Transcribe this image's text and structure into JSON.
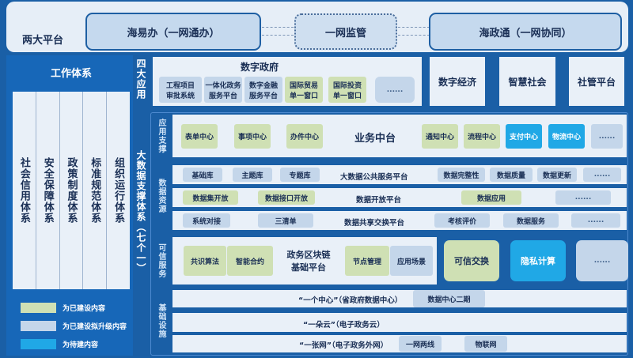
{
  "top": {
    "label": "两大平台",
    "platform_left": "海易办（一网通办）",
    "platform_center": "一网监管",
    "platform_right": "海政通（一网协同）"
  },
  "work_system": {
    "title": "工作体系",
    "columns": [
      "社会信用体系",
      "安全保障体系",
      "政策制度体系",
      "标准规范体系",
      "组织运行体系"
    ]
  },
  "legend": {
    "items": [
      {
        "label": "为已建设内容",
        "color": "#cfe0b4"
      },
      {
        "label": "为已建设拟升级内容",
        "color": "#c4d6ea"
      },
      {
        "label": "为待建内容",
        "color": "#20a8e6"
      }
    ]
  },
  "four_apps": {
    "label": "四大应用",
    "digital_gov": {
      "title": "数字政府",
      "items": [
        {
          "label": "工程项目\n审批系统",
          "status": "upgrade"
        },
        {
          "label": "一体化政务\n服务平台",
          "status": "upgrade"
        },
        {
          "label": "数字金融\n服务平台",
          "status": "upgrade"
        },
        {
          "label": "国际贸易\n单一窗口",
          "status": "built"
        },
        {
          "label": "国际投资\n单一窗口",
          "status": "built"
        },
        {
          "label": "......",
          "status": "upgrade"
        }
      ]
    },
    "others": [
      "数字经济",
      "智慧社会",
      "社管平台"
    ]
  },
  "big_data": {
    "label": "大数据支撑体系（七个一）",
    "app_support": {
      "label": "应用支撑",
      "left_items": [
        "表单中心",
        "事项中心",
        "办件中心"
      ],
      "center": "业务中台",
      "right_items": [
        {
          "label": "通知中心",
          "status": "built"
        },
        {
          "label": "流程中心",
          "status": "built"
        },
        {
          "label": "支付中心",
          "status": "planned"
        },
        {
          "label": "物流中心",
          "status": "planned"
        },
        {
          "label": "......",
          "status": "upgrade"
        }
      ]
    },
    "data_resources": {
      "label": "数据资源",
      "rows": [
        {
          "left": [
            "基础库",
            "主题库",
            "专题库"
          ],
          "center": "大数据公共服务平台",
          "right": [
            "数据完整性",
            "数据质量",
            "数据更新",
            "......"
          ]
        },
        {
          "left": [
            "数据集开放",
            "数据接口开放"
          ],
          "center": "数据开放平台",
          "right": [
            "数据应用",
            "......"
          ]
        },
        {
          "left": [
            "系统对接",
            "三清单"
          ],
          "center": "数据共享交换平台",
          "right": [
            "考核评价",
            "数据服务",
            "......"
          ]
        }
      ]
    },
    "trusted_services": {
      "label": "可信服务",
      "left_items": [
        "共识算法",
        "智能合约"
      ],
      "center": "政务区块链\n基础平台",
      "right_items": [
        "节点管理",
        "应用场景"
      ],
      "extras": [
        {
          "label": "可信交换",
          "status": "built"
        },
        {
          "label": "隐私计算",
          "status": "planned"
        },
        {
          "label": "......",
          "status": "upgrade"
        }
      ]
    },
    "infrastructure": {
      "label": "基础设施",
      "rows": [
        {
          "center": "“一个中心”（省政府数据中心）",
          "items": [
            "数据中心二期"
          ]
        },
        {
          "center": "“一朵云”（电子政务云）",
          "items": []
        },
        {
          "center": "“一张网”（电子政务外网）",
          "items": [
            "一网两线",
            "物联网"
          ]
        }
      ]
    }
  }
}
